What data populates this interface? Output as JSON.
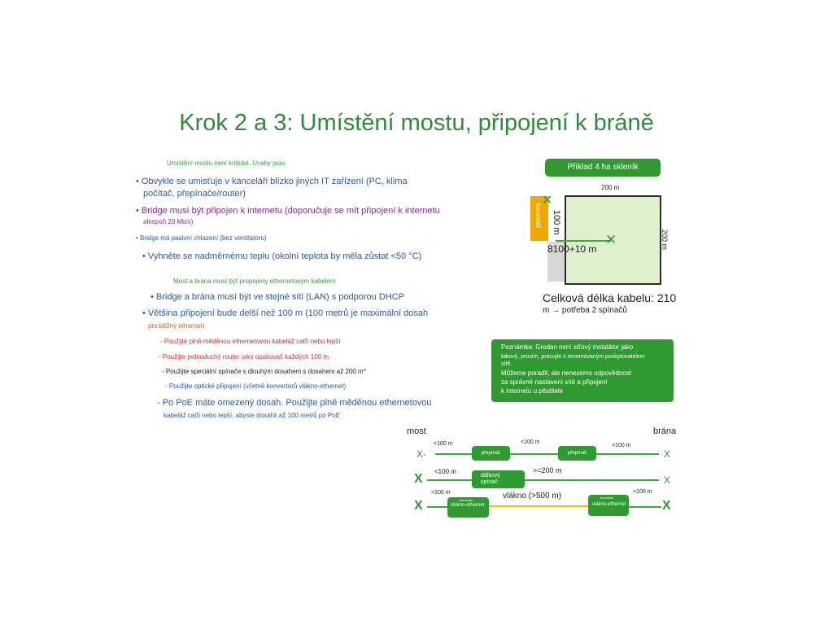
{
  "title": "Krok 2 a 3: Umístění mostu, připojení k bráně",
  "left": {
    "intro": "Umístění mostu není kritické. Úvahy jsou:",
    "b1a": "• Obvykle se umisťuje v kanceláři blízko jiných IT zařízení (PC, klima",
    "b1b": "počítač, přepínače/router)",
    "b2a": "• Bridge musí být připojen k internetu (doporučuje se mít připojení k internetu",
    "b2b": "alespoň 20 Mb/s)",
    "b3": "• Bridge má pasivní chlazení (bez ventilátoru)",
    "b4": "• Vyhněte se nadměrnému teplu (okolní teplota by měla zůstat <50 °C)",
    "sub": "Most a brána musí být propojeny ethernetovým kabelem",
    "b5": "• Bridge a brána musí být ve stejné síti (LAN) s podporou DHCP",
    "b6a": "• Většina připojení bude delší než 100 m (100 metrů je maximální dosah",
    "b6b": "pro běžný ethernet)",
    "o1": "- Použijte plně měděnou ethernetovou kabeláž cat5 nebo lepší",
    "o2": "- Použijte jednoduchý router jako opakovač každých 100 m",
    "o3": "- Použijte speciální spínače s dlouhým dosahem s dosahem až 200 m*",
    "o4": "- Použijte optické připojení (včetně konvertorů vlákno-ethernet)",
    "poe_a": "- Po PoE máte omezený dosah. Použijte plně měděnou ethernetovou",
    "poe_b": "kabeláž cat5 nebo lepší, abyste dosáhli až 100 metrů po PoE"
  },
  "example": {
    "button": "Příklad 4 ha skleník",
    "top_dim": "200 m",
    "right_dim": "200 m",
    "left_dim": "100 m",
    "office": "kancelář",
    "dist": "8100+10 m",
    "total_a": "Celková délka kabelu: 210",
    "total_b": "m → potřeba 2 spínačů"
  },
  "note": {
    "l1": "Poznámka: Grodan není síťový instalátor jako",
    "l2": "takový, prosím, pracujte s renomovaným poskytovatelem",
    "l3": "sítě.",
    "l4": "Můžeme poradit, ale neneseme odpovědnost",
    "l5": "za správné nastavení sítě a připojení",
    "l6": "k internetu u pěstitele"
  },
  "network": {
    "most": "most",
    "brana": "brána",
    "r1_x_left": "X-",
    "r1_x_right": "X",
    "r1_seg1": "<100 m",
    "r1_seg2": "<100 m",
    "r1_seg3": "<100 m",
    "r1_sw1": "přepínač",
    "r1_sw2": "přepínač",
    "r2_x_left": "X",
    "r2_x_right": "X",
    "r2_seg1": "<100 m",
    "r2_seg2": ">=200 m",
    "r2_sw": "dálkový spínač",
    "r3_x_left": "X",
    "r3_x_right": "X",
    "r3_seg1": "<100 m",
    "r3_fiber": "vlákno (>500 m)",
    "r3_seg3": "<100 m",
    "r3_small1": "konvertor",
    "r3_conv1": "vlákno-ethernet",
    "r3_small2": "konvertor",
    "r3_conv2": "vlákno-ethernet"
  },
  "colors": {
    "title": "#2e8b3a",
    "accent_green": "#2f9a2f",
    "field": "#dff0cf",
    "office": "#f0a800"
  }
}
